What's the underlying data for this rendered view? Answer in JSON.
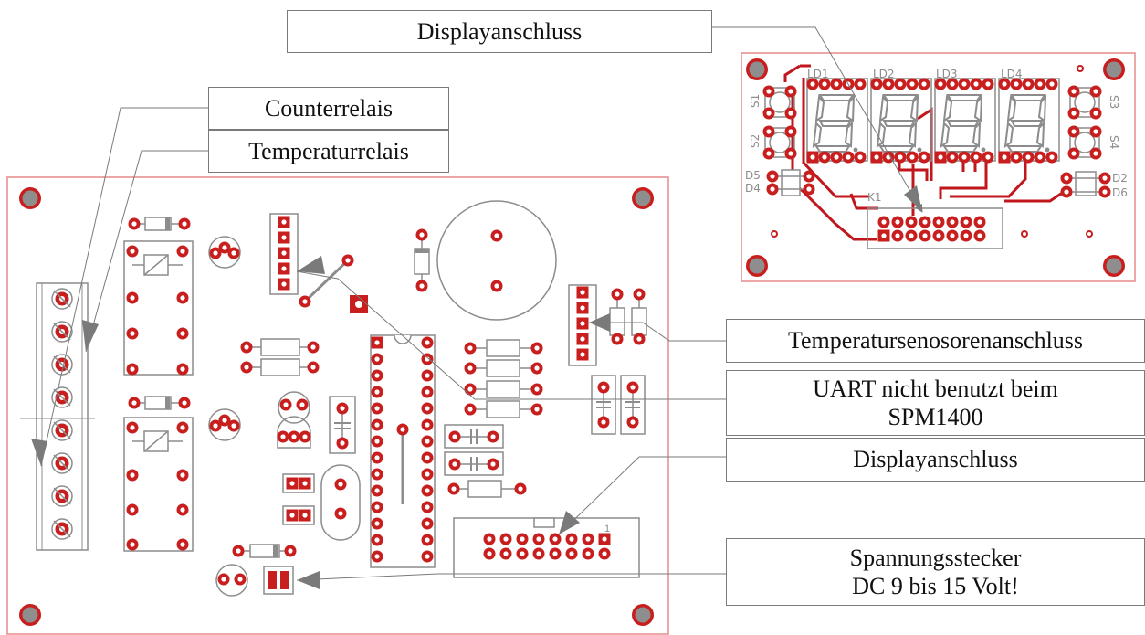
{
  "callouts": {
    "display_top": "Displayanschluss",
    "counter_relay": "Counterrelais",
    "temperature_relay": "Temperaturrelais",
    "temp_sensor": "Temperatursenosorenanschluss",
    "uart_line1": "UART nicht benutzt beim",
    "uart_line2": "SPM1400",
    "display_main": "Displayanschluss",
    "power_line1": "Spannungsstecker",
    "power_line2": "DC 9 bis 15 Volt!"
  },
  "display_board": {
    "digits": [
      "LD1",
      "LD2",
      "LD3",
      "LD4"
    ],
    "switches": [
      "S1",
      "S2",
      "S3",
      "S4"
    ],
    "diodes": [
      "D5",
      "D4",
      "D2",
      "D6"
    ],
    "connector": "K1"
  },
  "main_board": {
    "header_pin1": "1"
  },
  "colors": {
    "outline": "#e88a8a",
    "copper": "#cc1f1f",
    "silk": "#8c8c8c",
    "trace": "#c0161c"
  }
}
